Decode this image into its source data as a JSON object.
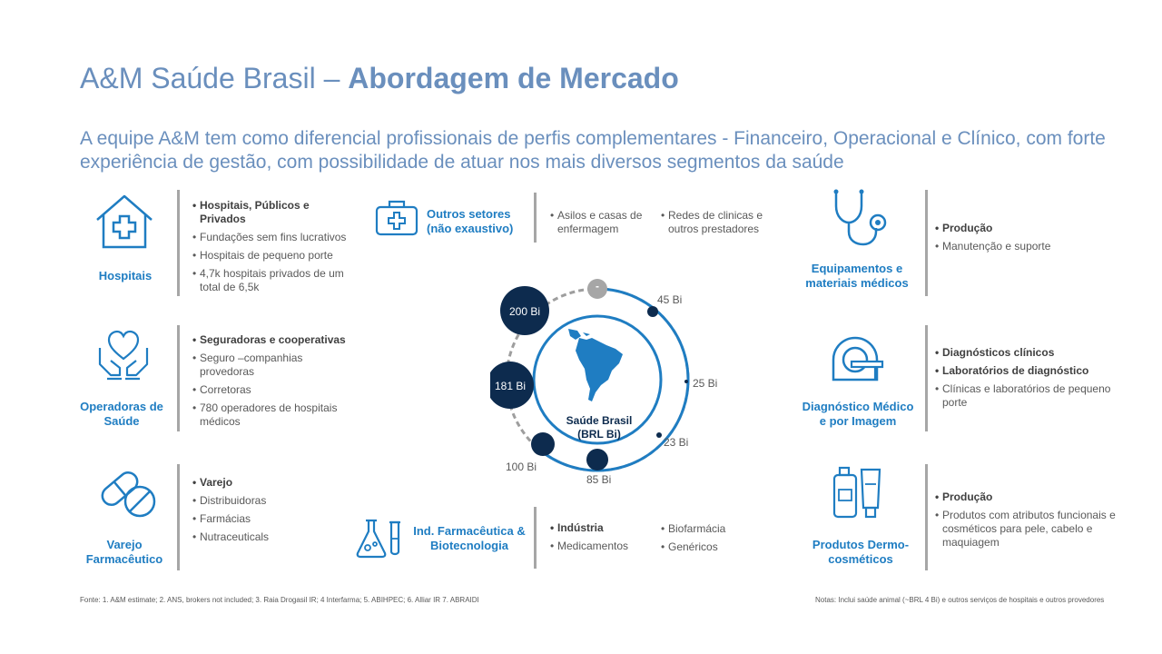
{
  "title": {
    "prefix": "A&M Saúde Brasil – ",
    "bold": "Abordagem de Mercado"
  },
  "subtitle": "A equipe A&M tem como diferencial profissionais de perfis complementares -  Financeiro, Operacional e Clínico, com forte experiência de gestão, com possibilidade de atuar nos mais diversos segmentos da saúde",
  "segments": {
    "hospitais": {
      "label": "Hospitais",
      "icon": "hospital-icon",
      "bullets": [
        "Hospitais, Públicos e Privados",
        "Fundações sem fins lucrativos",
        "Hospitais de pequeno porte",
        "4,7k hospitais privados de um total de  6,5k"
      ]
    },
    "operadoras": {
      "label": "Operadoras de Saúde",
      "icon": "heart-hands-icon",
      "bullets": [
        "Seguradoras e cooperativas",
        "Seguro –companhias provedoras",
        "Corretoras",
        "780 operadores de hospitais médicos"
      ]
    },
    "varejo": {
      "label": "Varejo Farmacêutico",
      "icon": "pill-capsule-icon",
      "bullets": [
        "Varejo",
        "Distribuidoras",
        "Farmácias",
        "Nutraceuticals"
      ]
    },
    "outros": {
      "label": "Outros setores (não exaustivo)",
      "icon": "first-aid-kit-icon",
      "bullets_a": [
        "Asilos e casas de enfermagem"
      ],
      "bullets_b": [
        "Redes de clinicas e outros prestadores"
      ]
    },
    "farma": {
      "label": "Ind. Farmacêutica & Biotecnologia",
      "icon": "lab-flask-icon",
      "bullets_a": [
        "Indústria",
        "Medicamentos"
      ],
      "bullets_b": [
        "Biofarmácia",
        "Genéricos"
      ]
    },
    "equipamentos": {
      "label": "Equipamentos e materiais médicos",
      "icon": "stethoscope-icon",
      "bullets": [
        "Produção",
        "Manutenção e suporte"
      ]
    },
    "diagnostico": {
      "label": "Diagnóstico Médico e por Imagem",
      "icon": "mri-scanner-icon",
      "bullets": [
        "Diagnósticos clínicos",
        "Laboratórios de diagnóstico",
        "Clínicas e laboratórios de pequeno porte"
      ]
    },
    "dermo": {
      "label": "Produtos Dermo-cosméticos",
      "icon": "cosmetic-bottles-icon",
      "bullets": [
        "Produção",
        "Produtos com atributos funcionais e cosméticos para pele, cabelo e maquiagem"
      ]
    }
  },
  "center": {
    "label_line1": "Saúde Brasil",
    "label_line2": "(BRL Bi)",
    "markers": {
      "top": "-",
      "m200": "200 Bi",
      "m181": "181 Bi",
      "m45": "45 Bi",
      "m25": "25 Bi",
      "m23": "23 Bi",
      "m85": "85 Bi",
      "m100": "100 Bi"
    },
    "map_icon": "south-america-map-icon"
  },
  "footer": {
    "left": "Fonte: 1. A&M estimate; 2. ANS, brokers not included; 3. Raia Drogasil IR; 4 Interfarma; 5. ABIHPEC; 6. Alliar IR 7. ABRAIDI",
    "right": "Notas: Inclui saúde animal (~BRL 4 Bi) e outros serviços de hospitais e outros provedores"
  },
  "colors": {
    "accent": "#1f7dc2",
    "title": "#6a8fbd",
    "navy": "#0d2b4e",
    "bar": "#a6a6a6"
  }
}
